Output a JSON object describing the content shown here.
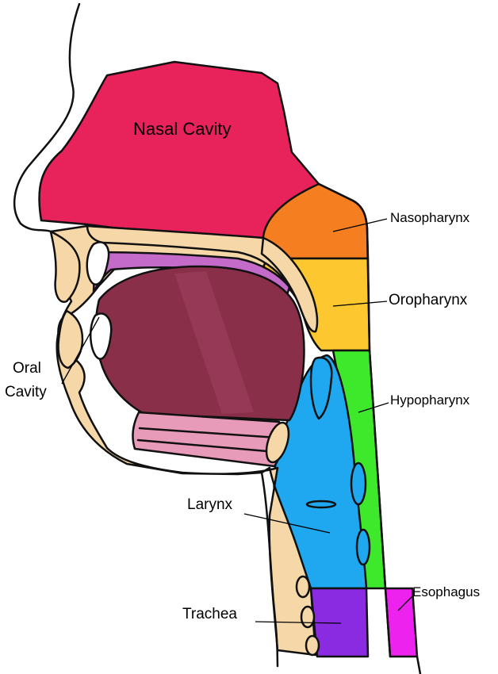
{
  "labels": {
    "nasal_cavity": "Nasal Cavity",
    "nasopharynx": "Nasopharynx",
    "oropharynx": "Oropharynx",
    "oral_cavity_line1": "Oral",
    "oral_cavity_line2": "Cavity",
    "hypopharynx": "Hypopharynx",
    "larynx": "Larynx",
    "esophagus": "Esophagus",
    "trachea": "Trachea"
  },
  "colors": {
    "nasal_cavity": "#e8225a",
    "nasopharynx": "#f57f20",
    "oropharynx": "#fdc82f",
    "hypopharynx": "#3ee82a",
    "larynx": "#1fa8f0",
    "trachea": "#8a2be2",
    "esophagus": "#ee22ee",
    "tissue": "#f6d7a8",
    "tongue": "#8a2f4a",
    "palate": "#c46ac8",
    "muscle": "#e89bb8"
  }
}
